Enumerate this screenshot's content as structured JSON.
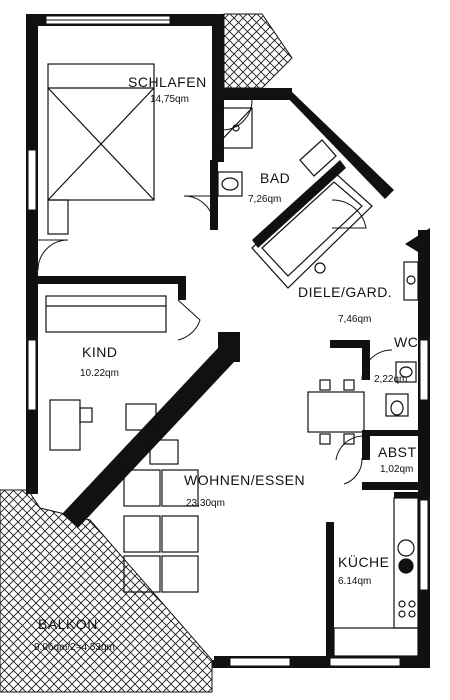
{
  "rooms": {
    "schlafen": {
      "name": "SCHLAFEN",
      "area": "14,75qm"
    },
    "bad": {
      "name": "BAD",
      "area": "7,26qm"
    },
    "diele": {
      "name": "DIELE/GARD.",
      "area": "7,46qm"
    },
    "wc": {
      "name": "WC",
      "area": "2,22qm"
    },
    "kind": {
      "name": "KIND",
      "area": "10.22qm"
    },
    "abst": {
      "name": "ABST",
      "area": "1,02qm"
    },
    "wohnen": {
      "name": "WOHNEN/ESSEN",
      "area": "23,30qm"
    },
    "kueche": {
      "name": "KÜCHE",
      "area": "6.14qm"
    },
    "balkon": {
      "name": "BALKON",
      "area": "9.06qm/2=4.53qm"
    }
  }
}
